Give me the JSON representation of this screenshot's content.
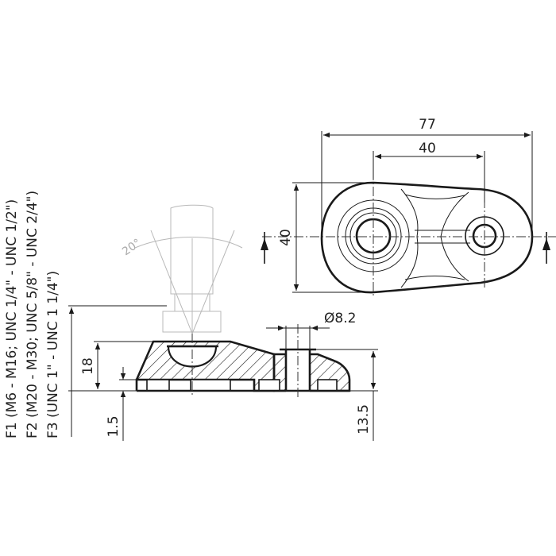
{
  "dimensions": {
    "length_total": "77",
    "hole_spacing": "40",
    "width": "40",
    "hole_diameter": "Ø8.2",
    "height": "18",
    "base_thickness": "1.5",
    "height_mount": "13.5",
    "tilt_angle": "20°"
  },
  "thread_notes": {
    "f1": "F1 (M6 - M16; UNC 1/4\" - UNC 1/2\")",
    "f2": "F2 (M20 - M30; UNC 5/8\" - UNC 2/4\")",
    "f3": "F3 (UNC 1\" - UNC 1 1/4\")"
  }
}
